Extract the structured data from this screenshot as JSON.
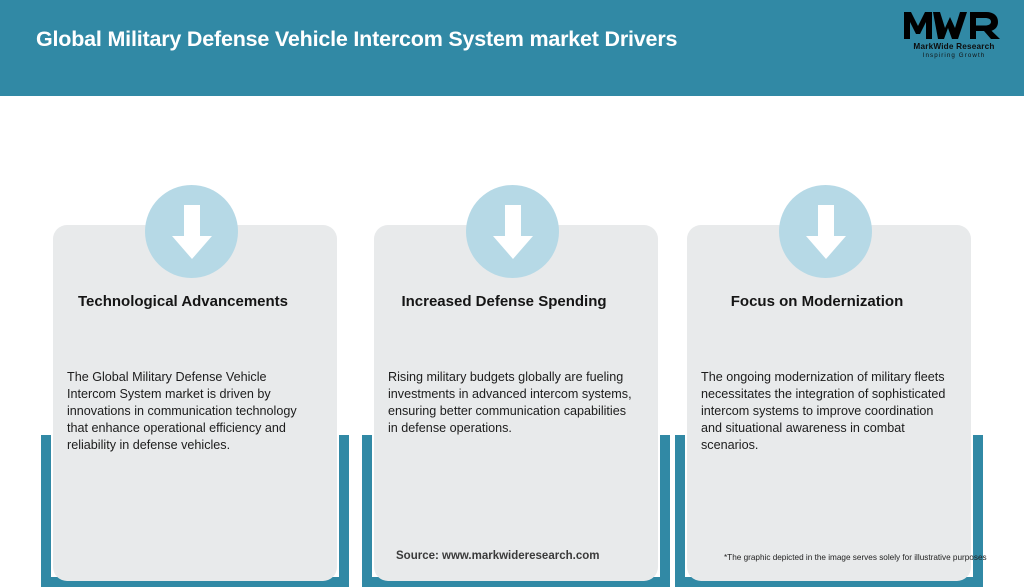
{
  "header": {
    "title": "Global Military Defense Vehicle Intercom System market Drivers",
    "background_color": "#3189a5",
    "title_color": "#ffffff",
    "logo": {
      "mark": "MWR",
      "name": "MarkWide Research",
      "tagline": "Inspiring Growth"
    }
  },
  "theme": {
    "teal": "#3189a5",
    "panel_gray": "#e8eaeb",
    "badge_blue": "#b6d9e6",
    "arrow_white": "#ffffff"
  },
  "cards": [
    {
      "icon": "down-arrow-icon",
      "title": "Technological Advancements",
      "body": "The Global Military Defense Vehicle Intercom System market is driven by innovations in communication technology that enhance operational efficiency and reliability in defense vehicles."
    },
    {
      "icon": "down-arrow-icon",
      "title": "Increased Defense Spending",
      "body": "Rising military budgets globally are fueling investments in advanced intercom systems, ensuring better communication capabilities in defense operations."
    },
    {
      "icon": "down-arrow-icon",
      "title": "Focus on Modernization",
      "body": "The ongoing modernization of military fleets necessitates the integration of sophisticated intercom systems to improve coordination and situational awareness in combat scenarios."
    }
  ],
  "footer": {
    "source": "Source: www.markwideresearch.com",
    "disclaimer": "*The graphic depicted in the image serves solely for illustrative purposes"
  }
}
